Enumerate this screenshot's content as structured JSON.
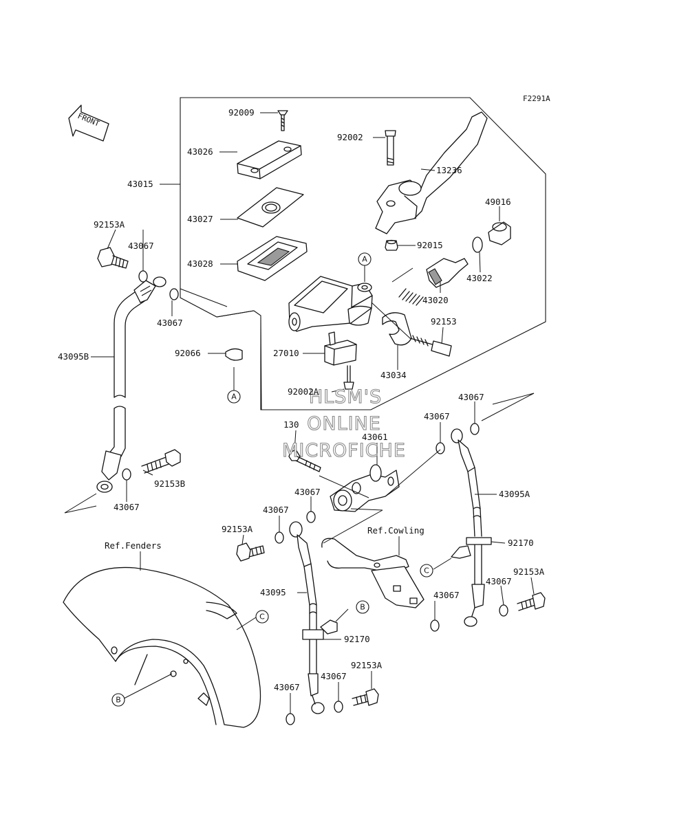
{
  "figure_code": "F2291A",
  "front_arrow_label": "FRONT",
  "watermark": {
    "line1": "HLSM'S",
    "line2": "ONLINE",
    "line3": "MICROFICHE"
  },
  "references": {
    "fenders": "Ref.Fenders",
    "cowling": "Ref.Cowling"
  },
  "part_labels": {
    "p92009": "92009",
    "p92002": "92002",
    "p13236": "13236",
    "p43026": "43026",
    "p43015": "43015",
    "p43027": "43027",
    "p49016": "49016",
    "p43028": "43028",
    "p92015": "92015",
    "p43022": "43022",
    "p92153A_top": "92153A",
    "p43067_a": "43067",
    "p43067_b": "43067",
    "p43020": "43020",
    "p92153": "92153",
    "p43095B": "43095B",
    "p92066": "92066",
    "p27010": "27010",
    "p43034": "43034",
    "p92002A": "92002A",
    "p43067_c": "43067",
    "p43067_d": "43067",
    "p130": "130",
    "p43061": "43061",
    "p92153B": "92153B",
    "p43095A": "43095A",
    "p43067_e": "43067",
    "p43067_f": "43067",
    "p43067_g": "43067",
    "p92153A_mid": "92153A",
    "p92170_right": "92170",
    "p92153A_right": "92153A",
    "p43095": "43095",
    "p43067_h": "43067",
    "p43067_i": "43067",
    "p92170_mid": "92170",
    "p92153A_bottom": "92153A",
    "p43067_j": "43067",
    "p43067_k": "43067"
  },
  "callouts": {
    "a": "A",
    "b": "B",
    "c": "C"
  }
}
